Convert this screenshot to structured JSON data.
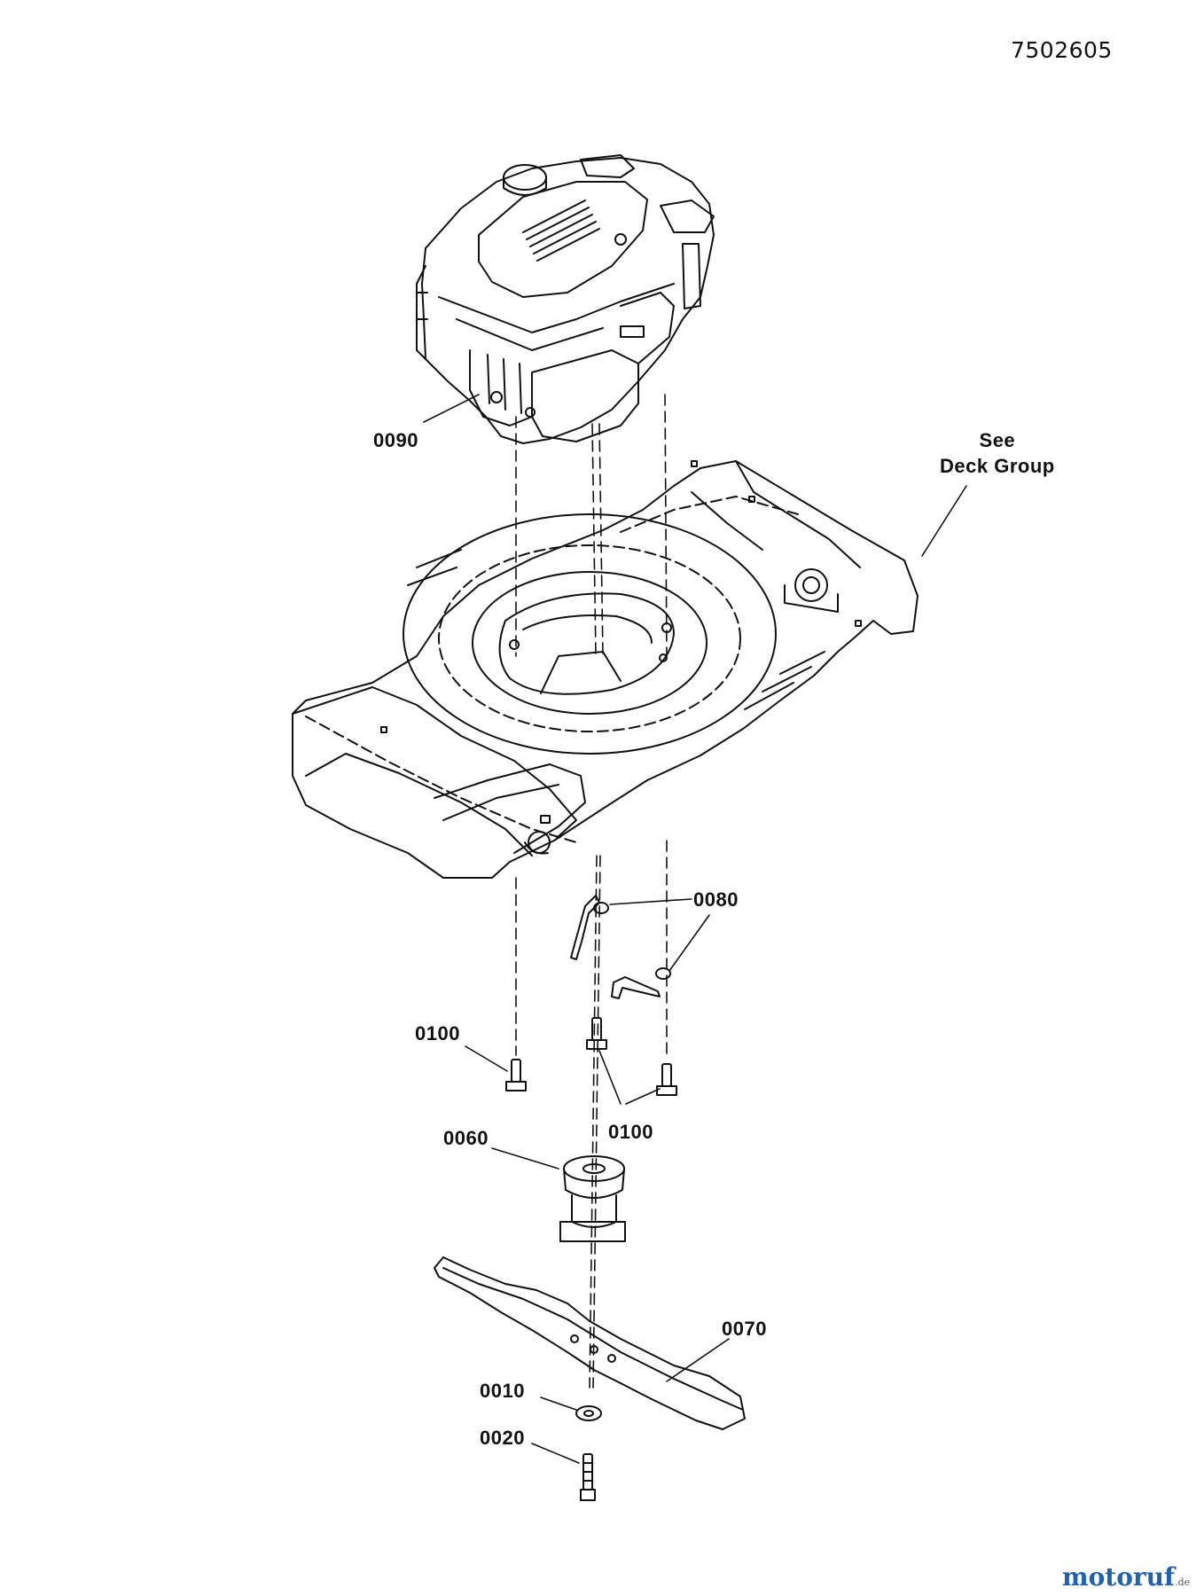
{
  "document": {
    "number": "7502605"
  },
  "callouts": {
    "engine": "0090",
    "see_line1": "See",
    "see_line2": "Deck Group",
    "keys": "0080",
    "bolt_left": "0100",
    "bolts_right": "0100",
    "adapter": "0060",
    "blade": "0070",
    "washer": "0010",
    "blade_bolt": "0020"
  },
  "watermark": {
    "brand": "motoruf",
    "tld": ".de",
    "brand_color": "#1f62b0"
  }
}
